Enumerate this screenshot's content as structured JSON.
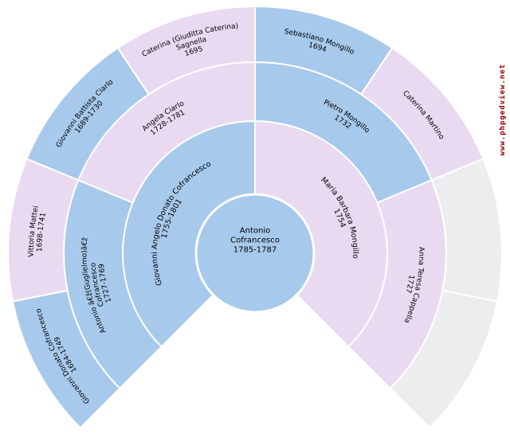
{
  "source": {
    "watermark": "www.phpgedview.net"
  },
  "colors": {
    "male": "#a7c9ec",
    "female": "#e9daf1",
    "empty": "#ededef",
    "background": "#ffffff",
    "divider": "#ffffff",
    "label_text": "#000000",
    "watermark_text": "#8b0000"
  },
  "chart_data": {
    "type": "sunburst",
    "title": "Genealogy fan chart, 4 generations (phpGedView)",
    "fan_degrees": 270,
    "generations": 4,
    "legend_position": "none",
    "grid": false,
    "center_person": {
      "name": "Antonio Cofrancesco",
      "dates": "1785-1787",
      "sex": "M",
      "label_lines": [
        "Antonio",
        "Cofrancesco",
        "1785-1787"
      ]
    },
    "rings": [
      {
        "generation": 1,
        "relation": "parents",
        "people": [
          {
            "name": "Giovanni Angelo Donato Cofrancesco",
            "dates": "1755-1801",
            "sex": "M",
            "label_lines": [
              "Giovanni Angelo Donato Cofrancesco",
              "1755-1801"
            ]
          },
          {
            "name": "Maria Barbara Mongillo",
            "dates": "1754",
            "sex": "F",
            "label_lines": [
              "Maria Barbara Mongillo",
              "1754"
            ]
          }
        ]
      },
      {
        "generation": 2,
        "relation": "grandparents",
        "people": [
          {
            "name": "Antonio â€ž(Guglielmo)â€ž Cofrancesco",
            "dates": "1727-1769",
            "sex": "M",
            "label_lines": [
              "Antonio â€ž(Guglielmo)â€ž",
              "Cofrancesco",
              "1727-1769"
            ]
          },
          {
            "name": "Angela Ciarlo",
            "dates": "1728-1781",
            "sex": "F",
            "label_lines": [
              "Angela Ciarlo",
              "1728-1781"
            ]
          },
          {
            "name": "Pietro Mongillo",
            "dates": "1732",
            "sex": "M",
            "label_lines": [
              "Pietro Mongillo",
              "1732"
            ]
          },
          {
            "name": "Anna Teresa Cappella",
            "dates": "1727",
            "sex": "F",
            "label_lines": [
              "Anna Teresa Cappella",
              "1727"
            ]
          }
        ]
      },
      {
        "generation": 3,
        "relation": "great-grandparents",
        "people": [
          {
            "name": "Giovanni Donato Cofrancesco",
            "dates": "1684-1749",
            "sex": "M",
            "label_lines": [
              "Giovanni Donato Cofrancesco",
              "1684-1749"
            ]
          },
          {
            "name": "Vittoria Mattei",
            "dates": "1698-1741",
            "sex": "F",
            "label_lines": [
              "Vittoria Mattei",
              "1698-1741"
            ]
          },
          {
            "name": "Giovanni Battista Ciarlo",
            "dates": "1689-1730",
            "sex": "M",
            "label_lines": [
              "Giovanni Battista Ciarlo",
              "1689-1730"
            ]
          },
          {
            "name": "Caterina (Giuditta Caterina) Sagnella",
            "dates": "1695",
            "sex": "F",
            "label_lines": [
              "Caterina (Giuditta Caterina)",
              "Sagnella",
              "1695"
            ]
          },
          {
            "name": "Sebastiano Mongillo",
            "dates": "1694",
            "sex": "M",
            "label_lines": [
              "Sebastiano Mongillo",
              "1694"
            ]
          },
          {
            "name": "Caterina Martino",
            "dates": "",
            "sex": "F",
            "label_lines": [
              "Caterina Martino"
            ]
          },
          {
            "name": null,
            "dates": null,
            "sex": null,
            "label_lines": []
          },
          {
            "name": null,
            "dates": null,
            "sex": null,
            "label_lines": []
          }
        ]
      }
    ]
  }
}
